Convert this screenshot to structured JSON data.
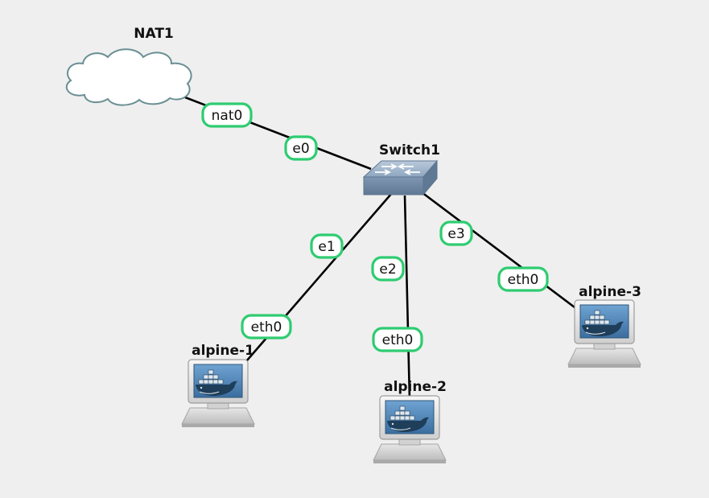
{
  "nodes": {
    "nat1": {
      "label": "NAT1",
      "icon": "cloud-icon"
    },
    "switch1": {
      "label": "Switch1",
      "icon": "ethernet-switch-icon"
    },
    "alpine1": {
      "label": "alpine-1",
      "icon": "docker-host-icon"
    },
    "alpine2": {
      "label": "alpine-2",
      "icon": "docker-host-icon"
    },
    "alpine3": {
      "label": "alpine-3",
      "icon": "docker-host-icon"
    }
  },
  "links": {
    "nat_switch": {
      "a": "nat0",
      "b": "e0"
    },
    "switch_alpine1": {
      "a": "e1",
      "b": "eth0"
    },
    "switch_alpine2": {
      "a": "e2",
      "b": "eth0"
    },
    "switch_alpine3": {
      "a": "e3",
      "b": "eth0"
    }
  },
  "colors": {
    "background": "#efefef",
    "port_border": "#2ecc71",
    "link": "#000000",
    "cloud_stroke": "#6a8f94",
    "switch_body": "#7f97b2",
    "monitor_screen": "#4a7fb0",
    "docker_whale": "#1f3e5a"
  }
}
